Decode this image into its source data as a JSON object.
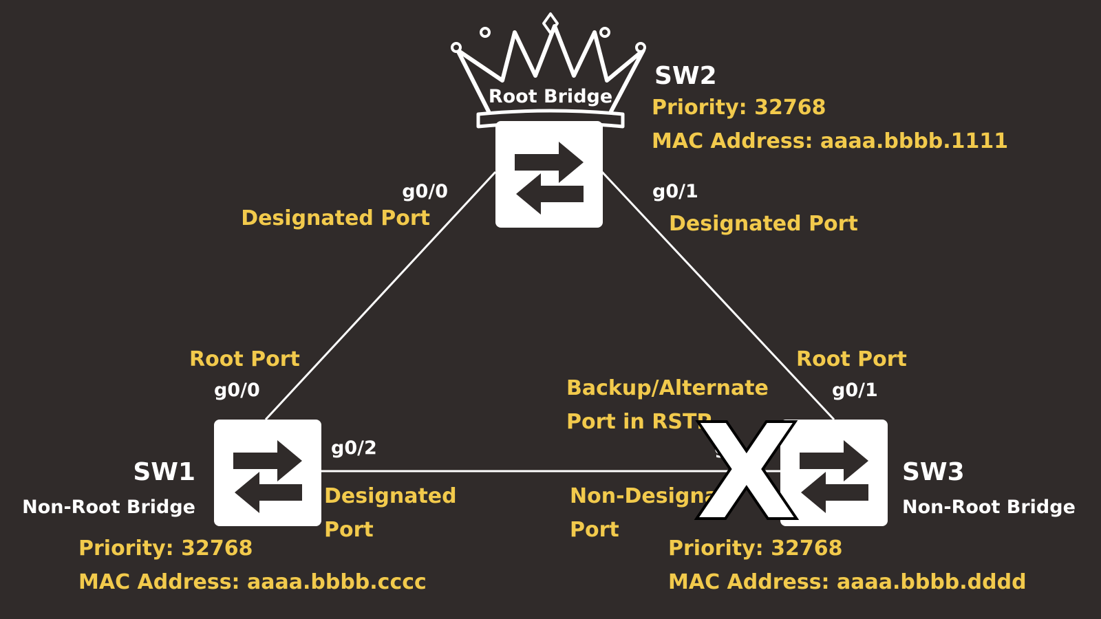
{
  "colors": {
    "background": "#302b2a",
    "label": "#f2ca4c",
    "text": "#ffffff",
    "link": "#ffffff",
    "switch_icon": "#ffffff",
    "blocked_mark": "#ffffff"
  },
  "sw2": {
    "name": "SW2",
    "crown_label": "Root Bridge",
    "priority": "Priority: 32768",
    "mac": "MAC Address: aaaa.bbbb.1111",
    "port_left_id": "g0/0",
    "port_left_role": "Designated Port",
    "port_right_id": "g0/1",
    "port_right_role": "Designated Port"
  },
  "sw1": {
    "name": "SW1",
    "role": "Non-Root Bridge",
    "priority": "Priority: 32768",
    "mac": "MAC Address: aaaa.bbbb.cccc",
    "port_up_role": "Root Port",
    "port_up_id": "g0/0",
    "port_right_id": "g0/2",
    "port_right_role_line1": "Designated",
    "port_right_role_line2": "Port"
  },
  "sw3": {
    "name": "SW3",
    "role": "Non-Root Bridge",
    "priority": "Priority: 32768",
    "mac": "MAC Address: aaaa.bbbb.dddd",
    "port_up_role": "Root Port",
    "port_up_id": "g0/1",
    "port_left_id_partial": "g",
    "port_left_role_line1": "Non-Designa",
    "port_left_role_line2": "Port",
    "rstp_line1": "Backup/Alternate",
    "rstp_line2": "Port in RSTP",
    "blocked_mark": "X"
  }
}
